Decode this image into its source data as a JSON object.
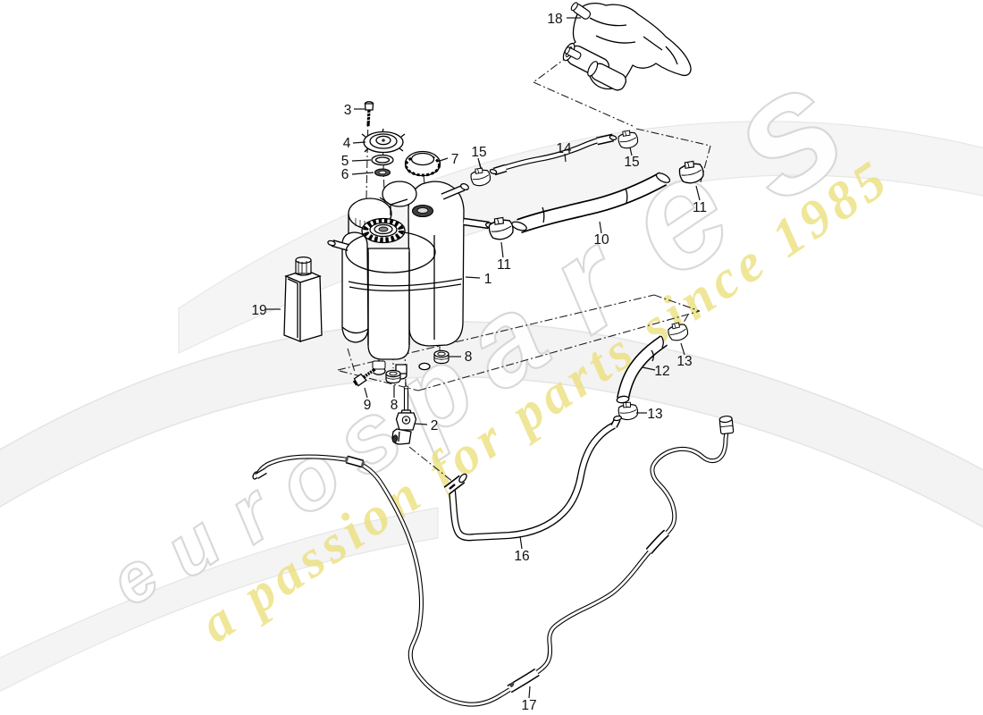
{
  "watermark": {
    "brand": "eurospares",
    "tagline": "a passion for parts since 1985",
    "brand_outline_color": "#d7d7d7",
    "tagline_color": "#ece07e",
    "swoosh_color": "#f3f3f3"
  },
  "diagram": {
    "description": "exploded parts diagram - coolant expansion tank, hoses and clamps",
    "labels": [
      {
        "n": "18"
      },
      {
        "n": "3"
      },
      {
        "n": "4"
      },
      {
        "n": "5"
      },
      {
        "n": "6"
      },
      {
        "n": "7"
      },
      {
        "n": "15"
      },
      {
        "n": "14"
      },
      {
        "n": "15"
      },
      {
        "n": "11"
      },
      {
        "n": "10"
      },
      {
        "n": "11"
      },
      {
        "n": "1"
      },
      {
        "n": "19"
      },
      {
        "n": "8"
      },
      {
        "n": "9"
      },
      {
        "n": "8"
      },
      {
        "n": "2"
      },
      {
        "n": "12"
      },
      {
        "n": "13"
      },
      {
        "n": "13"
      },
      {
        "n": "16"
      },
      {
        "n": "17"
      }
    ]
  }
}
